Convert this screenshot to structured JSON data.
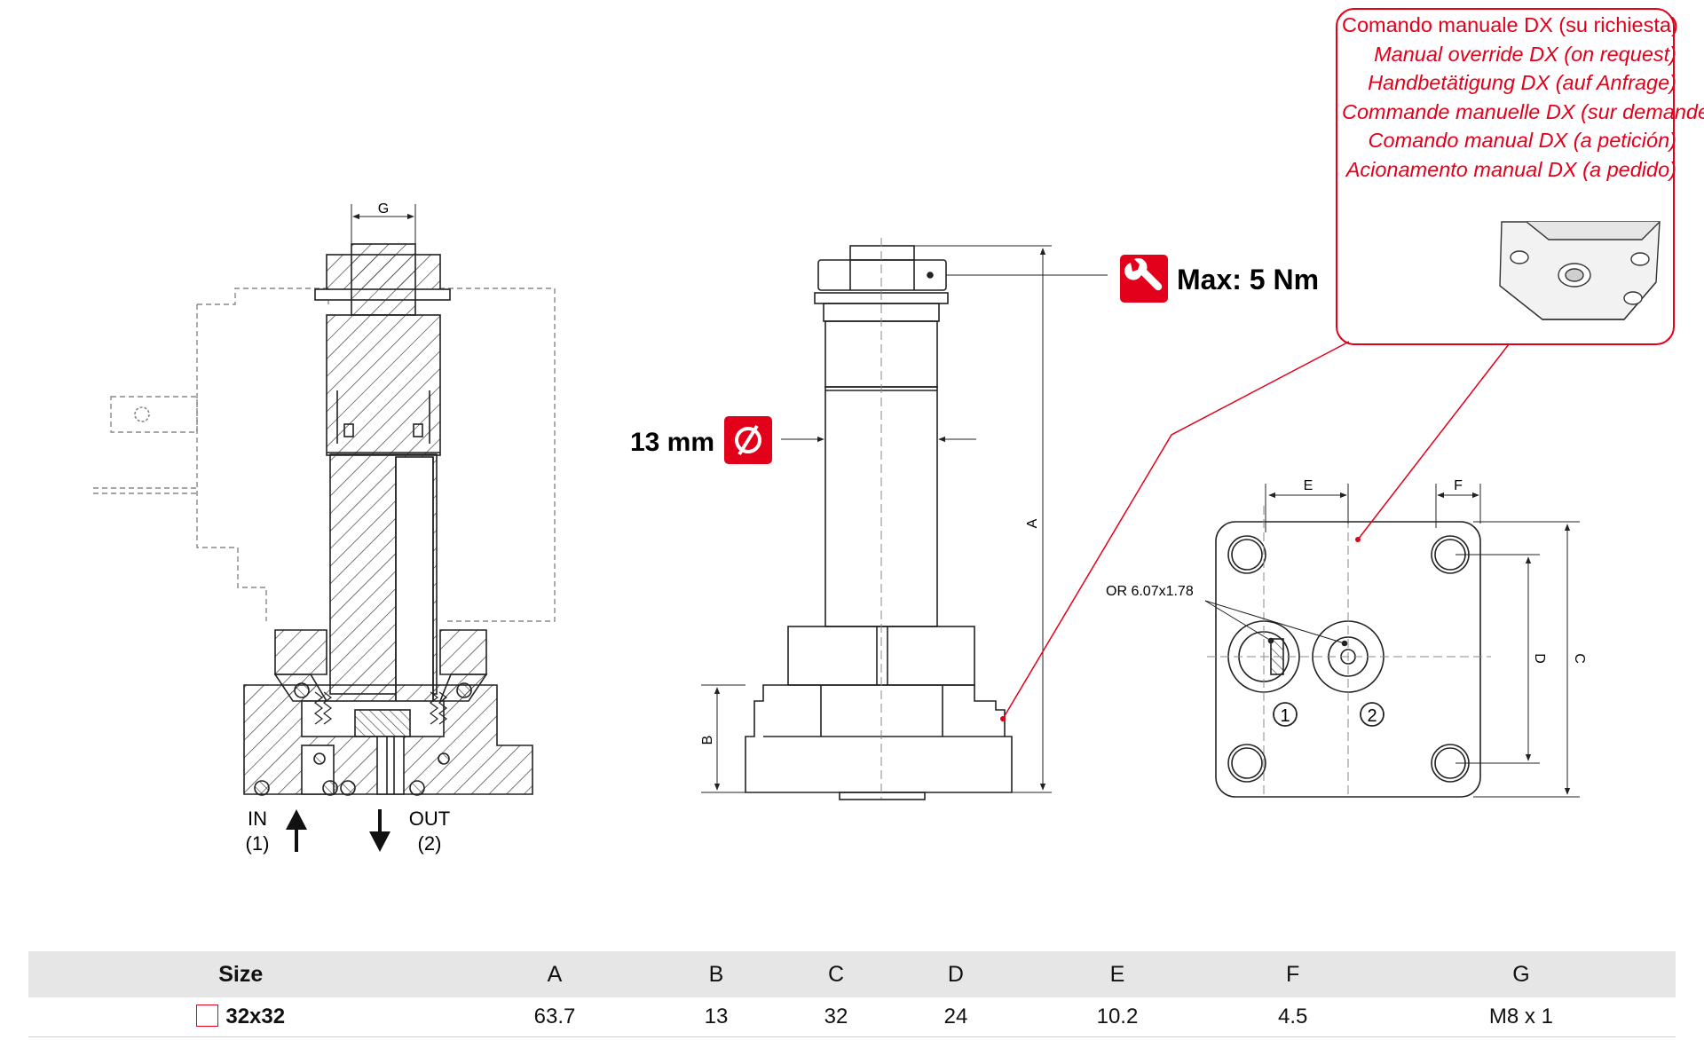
{
  "callout": {
    "lines": [
      "Comando manuale DX (su richiesta)",
      "Manual override DX (on request)",
      "Handbetätigung DX (auf Anfrage)",
      "Commande manuelle DX (sur demande)",
      "Comando manual DX (a petición)",
      "Acionamento manual DX (a pedido)"
    ]
  },
  "section_view": {
    "dim_g": "G",
    "in_label": "IN",
    "in_port": "(1)",
    "out_label": "OUT",
    "out_port": "(2)"
  },
  "side_view": {
    "torque_label": "Max: 5 Nm",
    "diameter_label": "13 mm",
    "dim_a": "A",
    "dim_b": "B"
  },
  "base_view": {
    "dim_e": "E",
    "dim_f": "F",
    "dim_c": "C",
    "dim_d": "D",
    "oring_label": "OR 6.07x1.78",
    "port_1": "1",
    "port_2": "2"
  },
  "table": {
    "headers": [
      "Size",
      "A",
      "B",
      "C",
      "D",
      "E",
      "F",
      "G"
    ],
    "rows": [
      {
        "size": "32x32",
        "a": "63.7",
        "b": "13",
        "c": "32",
        "d": "24",
        "e": "10.2",
        "f": "4.5",
        "g": "M8 x 1"
      }
    ]
  },
  "colors": {
    "accent": "#e2001a",
    "table_header_bg": "#e6e6e6",
    "line": "#222222"
  },
  "icons": [
    "wrench-icon",
    "diameter-icon",
    "arrow-up-icon",
    "arrow-down-icon"
  ]
}
